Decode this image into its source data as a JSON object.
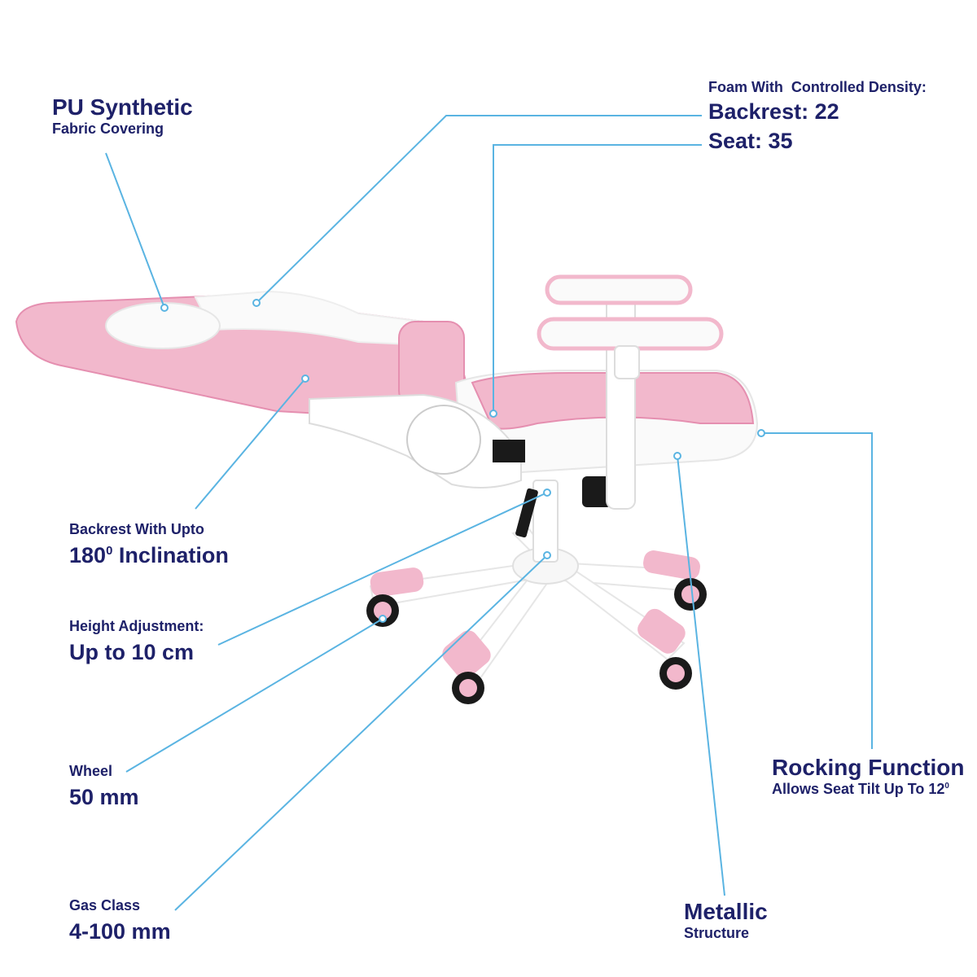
{
  "colors": {
    "text": "#1e2169",
    "leader_line": "#5ab4e2",
    "pink": "#f2b8cc",
    "pink_dark": "#e58fb0",
    "white_part": "#fafafa",
    "black_part": "#1a1a1a"
  },
  "callouts": {
    "pu": {
      "title": "PU Synthetic",
      "subtitle": "Fabric Covering"
    },
    "foam": {
      "heading": "Foam With  Controlled Density:",
      "backrest": "Backrest: 22",
      "seat": "Seat: 35"
    },
    "backrest": {
      "line1": "Backrest With Upto",
      "value": "180",
      "sup": "0",
      "rest": " Inclination"
    },
    "height": {
      "line1": "Height Adjustment:",
      "value": "Up to 10 cm"
    },
    "wheel": {
      "line1": "Wheel",
      "value": "50 mm"
    },
    "gas": {
      "line1": "Gas Class",
      "value": "4-100 mm"
    },
    "rocking": {
      "title": "Rocking Function",
      "subtitle": "Allows Seat Tilt Up To 12",
      "sup": "0"
    },
    "metallic": {
      "title": "Metallic",
      "subtitle": "Structure"
    }
  }
}
